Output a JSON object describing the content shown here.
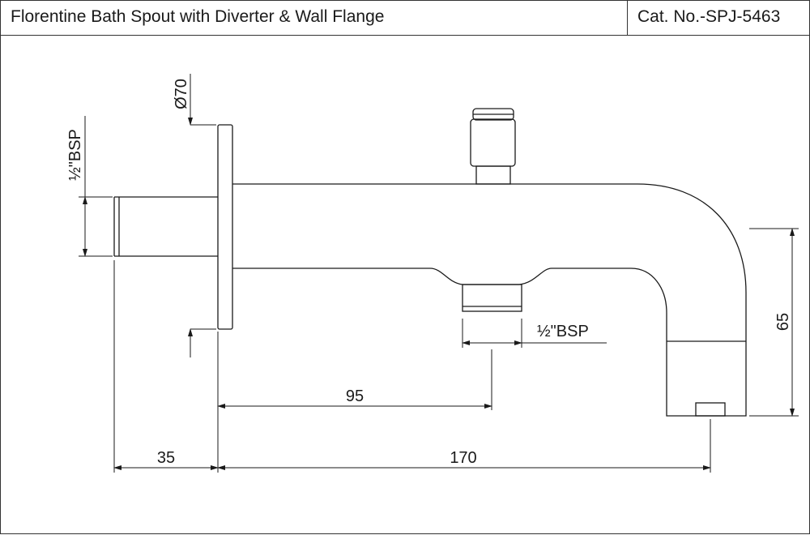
{
  "header": {
    "title": "Florentine Bath Spout with Diverter & Wall Flange",
    "catalog_number": "Cat. No.-SPJ-5463"
  },
  "dimensions": {
    "flange_diameter": "Ø70",
    "inlet_thread": "½\"BSP",
    "diverter_thread": "½\"BSP",
    "spout_height": "65",
    "wall_to_diverter": "95",
    "inlet_length": "35",
    "wall_to_outlet": "170"
  }
}
